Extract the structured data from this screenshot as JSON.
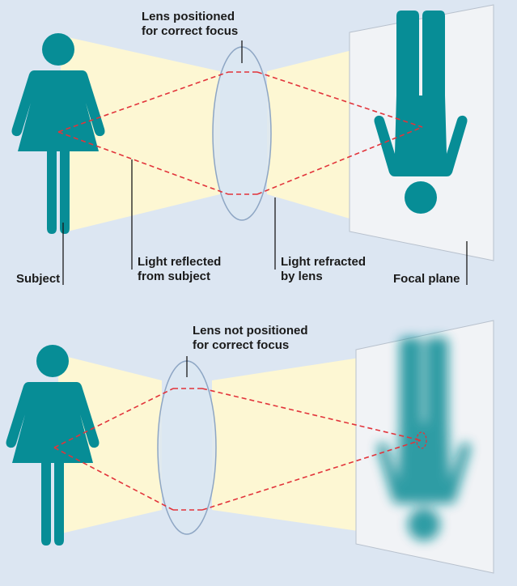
{
  "colors": {
    "background": "#dce6f2",
    "light_beam": "#fdf7d3",
    "figure": "#078d96",
    "ray": "#e2343b",
    "lens_fill": "#dbe6f2",
    "lens_stroke": "#8ea6c4",
    "plane_fill": "#f1f3f6",
    "plane_stroke": "#b8c1cd"
  },
  "top_panel": {
    "lens_caption": [
      "Lens positioned",
      "for correct focus"
    ],
    "light_reflected": [
      "Light reflected",
      "from subject"
    ],
    "light_refracted": [
      "Light refracted",
      "by lens"
    ],
    "subject": "Subject",
    "focal_plane": "Focal plane"
  },
  "bottom_panel": {
    "lens_caption": [
      "Lens not positioned",
      "for correct focus"
    ]
  }
}
